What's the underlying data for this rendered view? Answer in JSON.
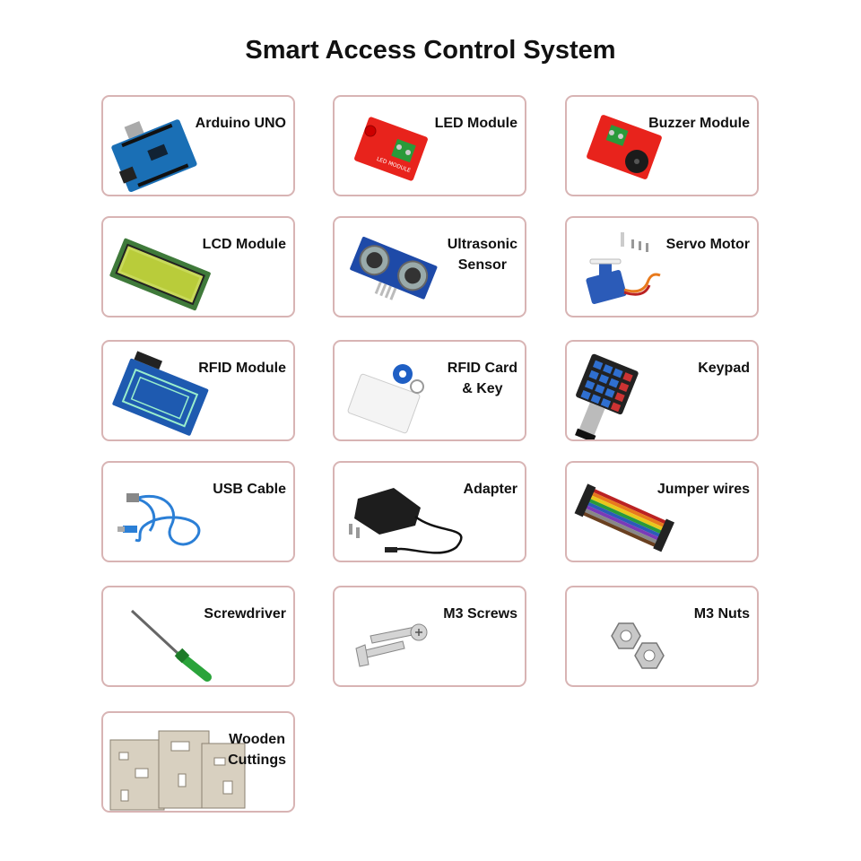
{
  "title": "Smart Access Control System",
  "items": [
    {
      "label": "Arduino UNO",
      "icon": "arduino-board-icon"
    },
    {
      "label": "LED Module",
      "icon": "led-module-icon"
    },
    {
      "label": "Buzzer Module",
      "icon": "buzzer-module-icon"
    },
    {
      "label": "LCD Module",
      "icon": "lcd-module-icon"
    },
    {
      "label": "Ultrasonic\nSensor",
      "icon": "ultrasonic-sensor-icon"
    },
    {
      "label": "Servo Motor",
      "icon": "servo-motor-icon"
    },
    {
      "label": "RFID Module",
      "icon": "rfid-module-icon"
    },
    {
      "label": "RFID Card\n& Key",
      "icon": "rfid-card-key-icon"
    },
    {
      "label": "Keypad",
      "icon": "keypad-icon"
    },
    {
      "label": "USB Cable",
      "icon": "usb-cable-icon"
    },
    {
      "label": "Adapter",
      "icon": "power-adapter-icon"
    },
    {
      "label": "Jumper wires",
      "icon": "jumper-wires-icon"
    },
    {
      "label": "Screwdriver",
      "icon": "screwdriver-icon"
    },
    {
      "label": "M3 Screws",
      "icon": "screws-icon"
    },
    {
      "label": "M3 Nuts",
      "icon": "nuts-icon"
    },
    {
      "label": "Wooden\nCuttings",
      "icon": "wooden-cuttings-icon"
    }
  ]
}
